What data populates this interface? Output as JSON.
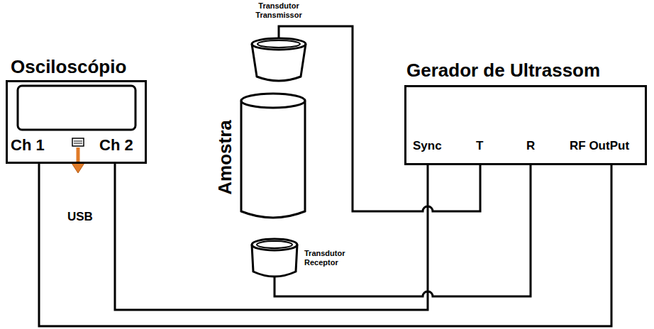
{
  "diagram": {
    "nodes": [
      {
        "text": [
          "Transdutor Transmissor"
        ]
      },
      {
        "text": [
          "Osciloscópio"
        ]
      },
      {
        "text": [
          "Gerador de Ultrassom"
        ]
      },
      {
        "text": [
          "Amostra"
        ]
      },
      {
        "text": [
          "Transdutor Receptor"
        ]
      }
    ],
    "edges": [
      {
        "from": 0,
        "to": 2,
        "arrow": "none"
      },
      {
        "from": 4,
        "to": 2,
        "arrow": "none"
      },
      {
        "from": 1,
        "to": 2,
        "arrow": "none"
      },
      {
        "from": 1,
        "to": 2,
        "arrow": "none"
      }
    ],
    "labels": [
      "Ch 1",
      "Ch 2",
      "USB",
      "Sync",
      "T",
      "R",
      "RF OutPut"
    ]
  }
}
